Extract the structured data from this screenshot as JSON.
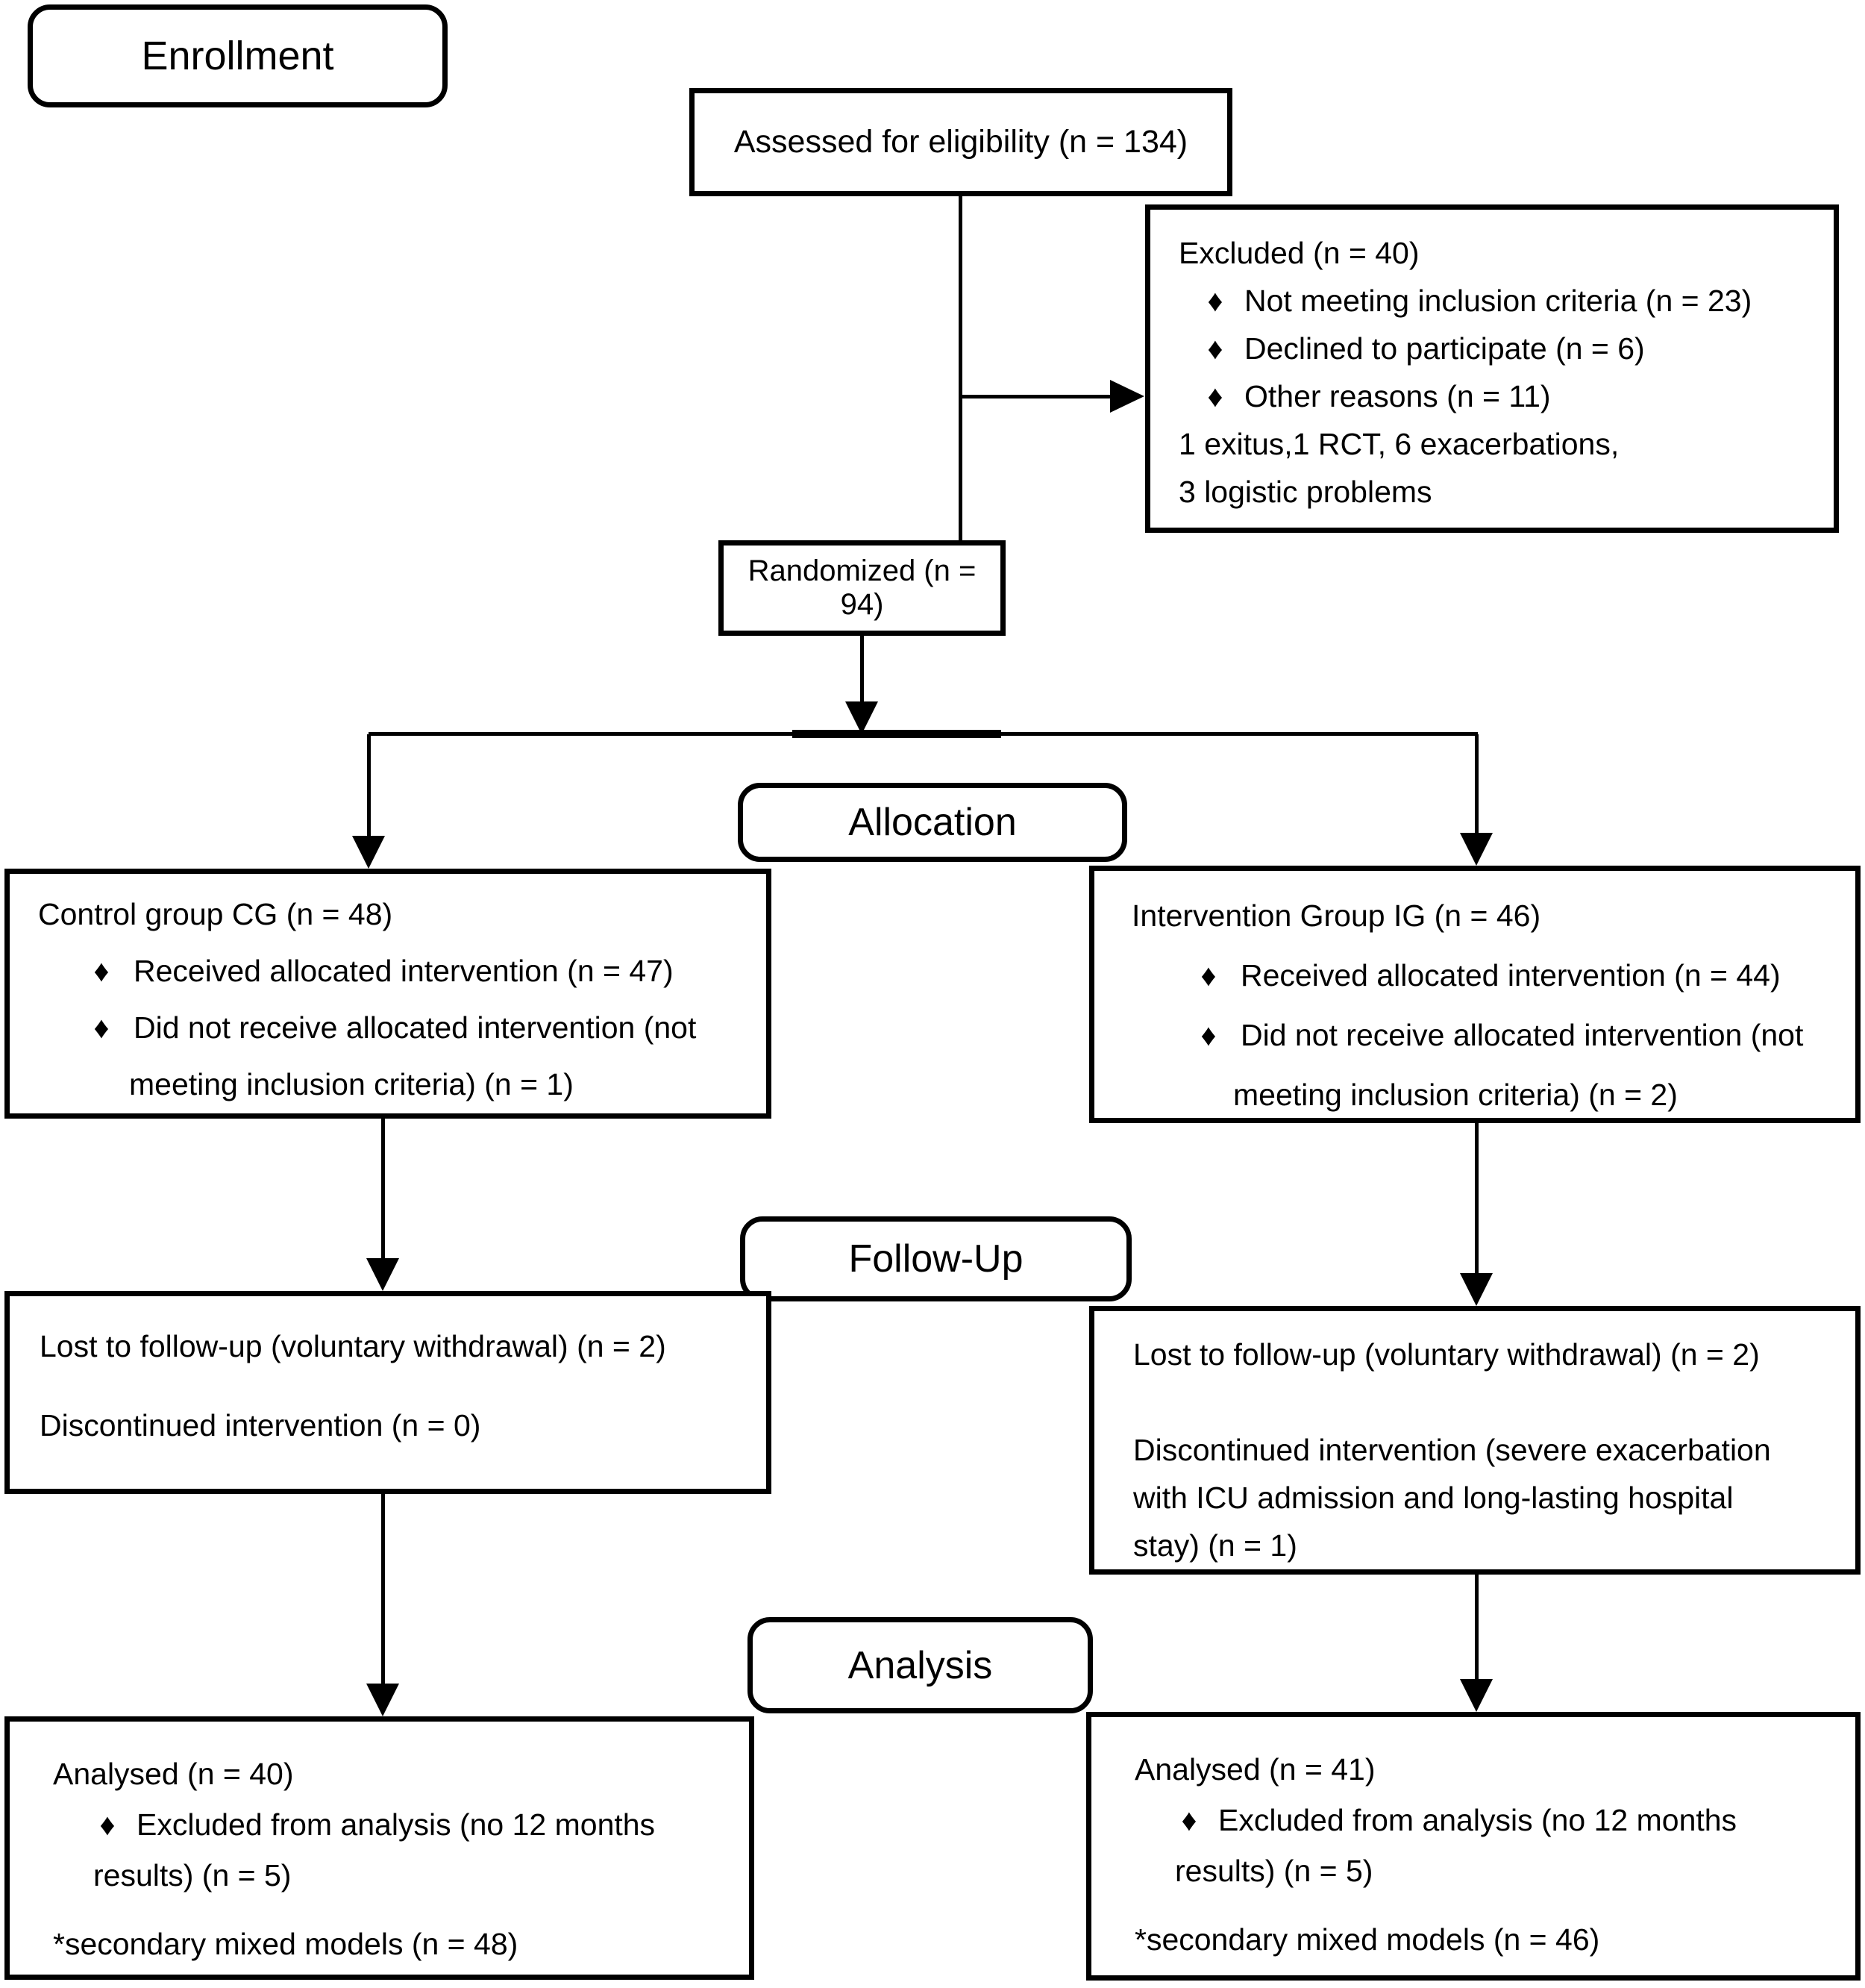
{
  "colors": {
    "line": "#000000",
    "background": "#ffffff",
    "text": "#000000"
  },
  "glyphs": {
    "bullet": "♦"
  },
  "stages": {
    "enrollment": {
      "label": "Enrollment"
    },
    "allocation": {
      "label": "Allocation"
    },
    "followup": {
      "label": "Follow-Up"
    },
    "analysis": {
      "label": "Analysis"
    }
  },
  "boxes": {
    "assessed": {
      "text": "Assessed for eligibility (n = 134)"
    },
    "excluded": {
      "title": "Excluded (n = 40)",
      "bullets": [
        "Not meeting inclusion criteria (n = 23)",
        "Declined to participate (n = 6)",
        "Other reasons (n = 11)"
      ],
      "notes": [
        "1 exitus,1 RCT, 6 exacerbations,",
        "3 logistic problems"
      ]
    },
    "randomized": {
      "text": "Randomized (n = 94)"
    },
    "control_group": {
      "title": "Control group CG (n = 48)",
      "bullet1": "Received allocated intervention (n = 47)",
      "bullet2_line1": "Did not receive allocated intervention (not",
      "bullet2_line2": "meeting inclusion criteria) (n = 1)"
    },
    "intervention_group": {
      "title": "Intervention Group IG (n = 46)",
      "bullet1": "Received allocated intervention (n = 44)",
      "bullet2_line1": "Did not receive allocated intervention (not",
      "bullet2_line2": "meeting inclusion criteria) (n = 2)"
    },
    "followup_control": {
      "line1": "Lost to follow-up (voluntary withdrawal) (n = 2)",
      "line2": "Discontinued intervention (n = 0)"
    },
    "followup_intervention": {
      "line1": "Lost to follow-up (voluntary withdrawal) (n = 2)",
      "line2_1": "Discontinued intervention (severe exacerbation",
      "line2_2": "with ICU admission and long-lasting hospital",
      "line2_3": "stay) (n = 1)"
    },
    "analysis_control": {
      "title": "Analysed (n = 40)",
      "bullet1_line1": "Excluded from analysis (no 12 months",
      "bullet1_line2": "results) (n = 5)",
      "note": "*secondary mixed models (n = 48)"
    },
    "analysis_intervention": {
      "title": "Analysed (n = 41)",
      "bullet1_line1": "Excluded from analysis (no 12 months",
      "bullet1_line2": "results) (n = 5)",
      "note": "*secondary mixed models (n = 46)"
    }
  }
}
